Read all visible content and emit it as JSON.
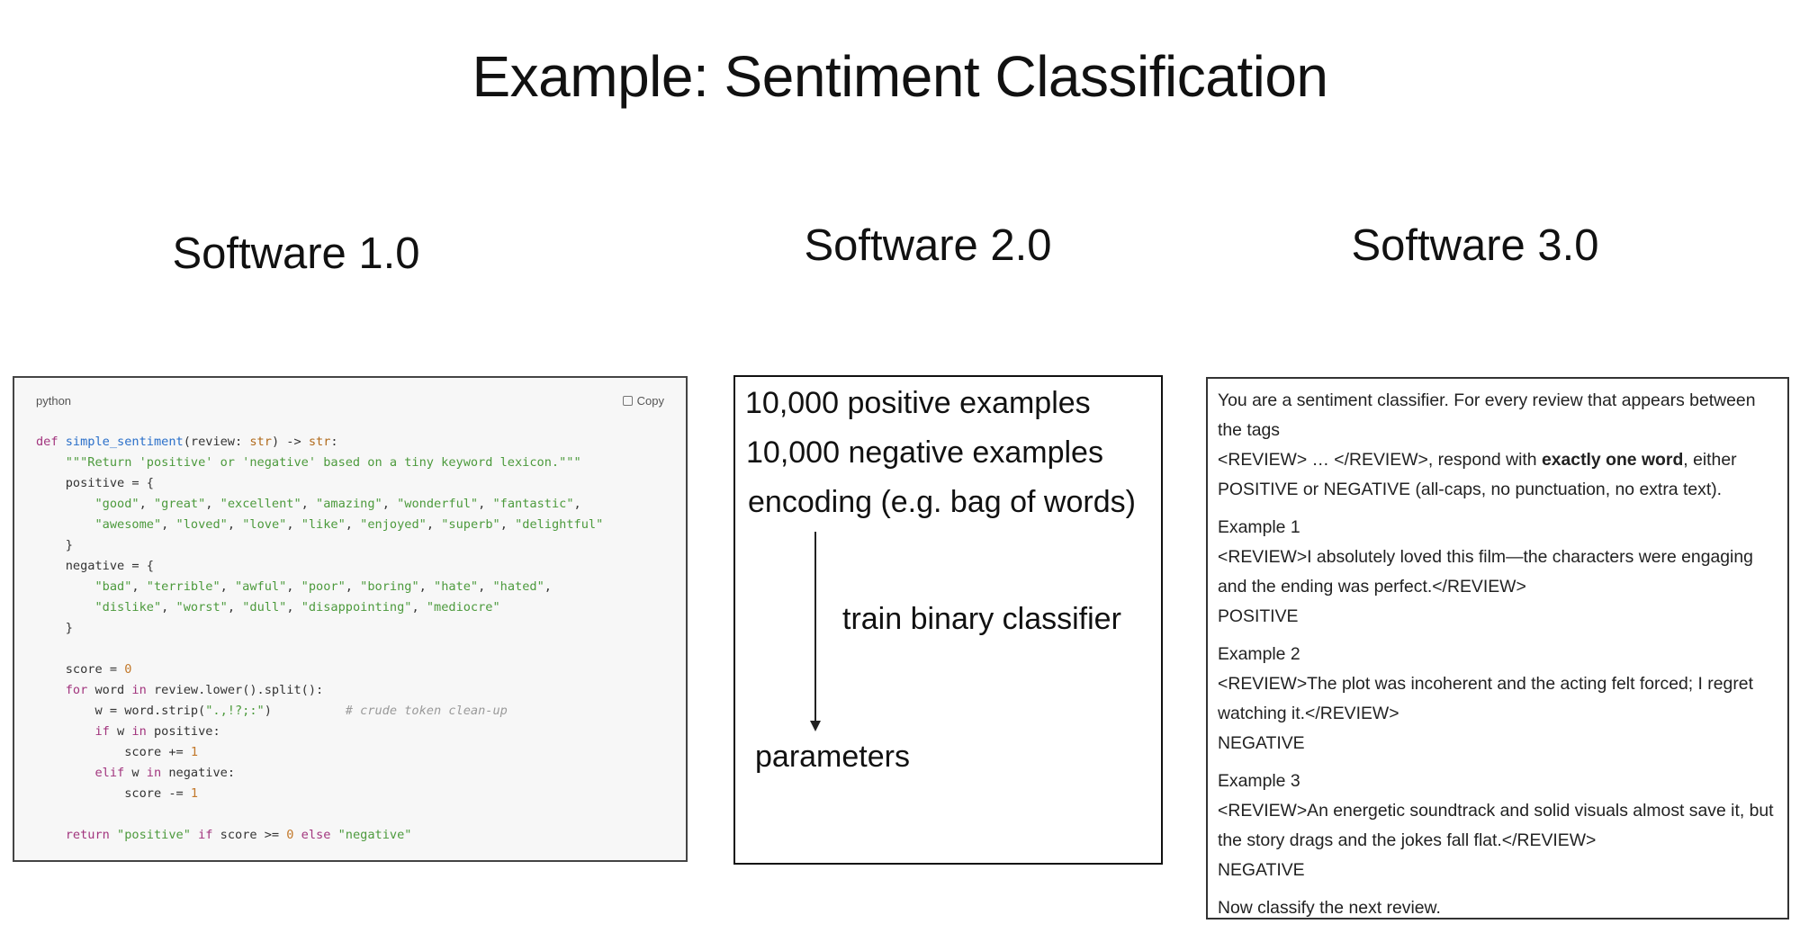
{
  "title": "Example: Sentiment Classification",
  "columns": {
    "software1": {
      "heading": "Software 1.0",
      "language": "python",
      "copy_label": "Copy"
    },
    "software2": {
      "heading": "Software 2.0",
      "line1": "10,000 positive examples",
      "line2": "10,000 negative examples",
      "line3": "encoding (e.g. bag of words)",
      "arrow_label": "train binary classifier",
      "output": "parameters"
    },
    "software3": {
      "heading": "Software 3.0",
      "intro_1": "You are a sentiment classifier. For every review that appears between the tags",
      "intro_2a": "<REVIEW> … </REVIEW>, respond with ",
      "intro_2b": "exactly one word",
      "intro_2c": ", either",
      "intro_3": "POSITIVE or NEGATIVE (all-caps, no punctuation, no extra text).",
      "examples": [
        {
          "label": "Example 1",
          "review": "<REVIEW>I absolutely loved this film—the characters were engaging and the ending was perfect.</REVIEW>",
          "answer": "POSITIVE"
        },
        {
          "label": "Example 2",
          "review": "<REVIEW>The plot was incoherent and the acting felt forced; I regret watching it.</REVIEW>",
          "answer": "NEGATIVE"
        },
        {
          "label": "Example 3",
          "review": "<REVIEW>An energetic soundtrack and solid visuals almost save it, but the story drags and the jokes fall flat.</REVIEW>",
          "answer": "NEGATIVE"
        }
      ],
      "closing": "Now classify the next review."
    }
  }
}
